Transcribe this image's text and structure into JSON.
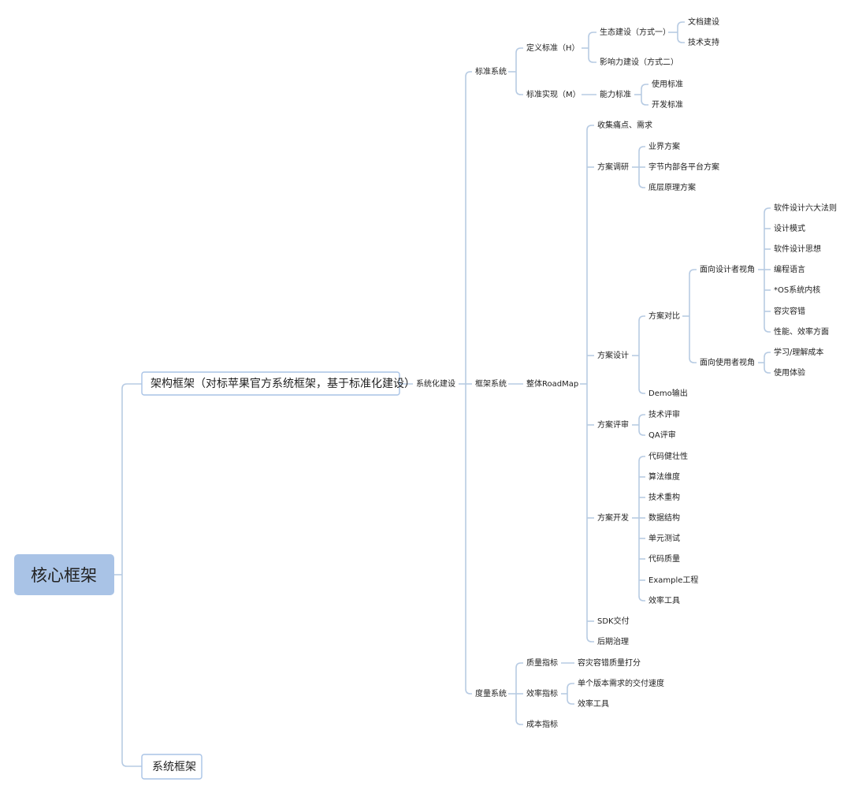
{
  "root": "核心框架",
  "branches": {
    "arch": "架构框架（对标苹果官方系统框架，基于标准化建设）",
    "sys": "系统框架"
  },
  "nodes": {
    "stdization": "系统化建设",
    "std_sys": "标准系统",
    "frame_sys": "框架系统",
    "measure_sys": "度量系统",
    "def_std": "定义标准（H）",
    "impl_std": "标准实现（M）",
    "eco": "生态建设（方式一）",
    "influence": "影响力建设（方式二）",
    "doc": "文档建设",
    "tech_support": "技术支持",
    "ability_std": "能力标准",
    "use_std": "使用标准",
    "dev_std": "开发标准",
    "roadmap": "整体RoadMap",
    "collect": "收集痛点、需求",
    "research": "方案调研",
    "industry": "业界方案",
    "bytedance": "字节内部各平台方案",
    "underlying": "底层原理方案",
    "design": "方案设计",
    "compare": "方案对比",
    "designer_view": "面向设计者视角",
    "six_rules": "软件设计六大法则",
    "patterns": "设计模式",
    "thinking": "软件设计思想",
    "language": "编程语言",
    "os_kernel": "*OS系统内核",
    "fault_tol": "容灾容错",
    "perf": "性能、效率方面",
    "user_view": "面向使用者视角",
    "learn_cost": "学习/理解成本",
    "experience": "使用体验",
    "demo": "Demo输出",
    "review": "方案评审",
    "tech_review": "技术评审",
    "qa_review": "QA评审",
    "develop": "方案开发",
    "robust": "代码健壮性",
    "algo": "算法维度",
    "refactor": "技术重构",
    "data_struct": "数据结构",
    "unit_test": "单元测试",
    "code_quality": "代码质量",
    "example": "Example工程",
    "eff_tool_dev": "效率工具",
    "sdk": "SDK交付",
    "maintain": "后期治理",
    "quality_idx": "质量指标",
    "quality_score": "容灾容错质量打分",
    "eff_idx": "效率指标",
    "delivery_speed": "单个版本需求的交付速度",
    "eff_tool_m": "效率工具",
    "cost_idx": "成本指标"
  },
  "colors": {
    "line": "#b7cbe3",
    "root_fill": "#a9c3e6",
    "box_border": "#a9c3e6",
    "text": "#222222"
  }
}
